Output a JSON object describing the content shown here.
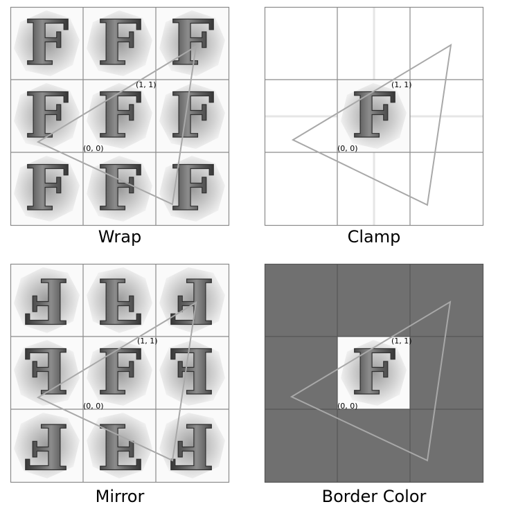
{
  "panels": [
    {
      "id": "wrap",
      "caption": "Wrap",
      "origin_label": "(0, 0)",
      "corner_label": "(1, 1)"
    },
    {
      "id": "clamp",
      "caption": "Clamp",
      "origin_label": "(0, 0)",
      "corner_label": "(1, 1)"
    },
    {
      "id": "mirror",
      "caption": "Mirror",
      "origin_label": "(0, 0)",
      "corner_label": "(1, 1)"
    },
    {
      "id": "border",
      "caption": "Border Color",
      "origin_label": "(0, 0)",
      "corner_label": "(1, 1)"
    }
  ],
  "texture_glyph": "F",
  "colors": {
    "grid_line": "#8a8a8a",
    "triangle": "#a8a8a8",
    "border_fill": "#707070",
    "clamp_bleed": "#e6e6e6"
  }
}
